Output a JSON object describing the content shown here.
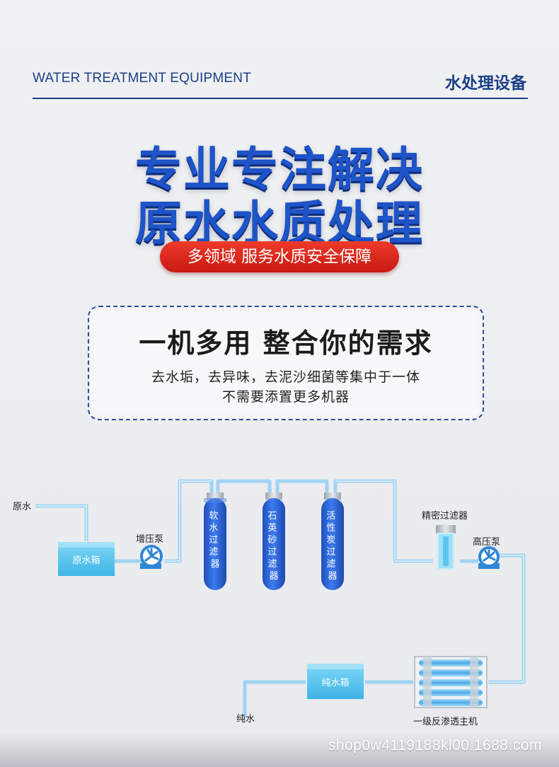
{
  "header": {
    "en_title": "WATER TREATMENT EQUIPMENT",
    "cn_title": "水处理设备"
  },
  "headline": {
    "line1": "专业专注解决",
    "line2": "原水水质处理"
  },
  "tagline": "多领域 服务水质安全保障",
  "feature_box": {
    "title": "一机多用 整合你的需求",
    "line1": "去水垢，去异味，去泥沙细菌等集中于一体",
    "line2": "不需要添置更多机器"
  },
  "diagram": {
    "raw_water": "原水",
    "raw_tank": "原水箱",
    "booster_pump": "增压泵",
    "filters": [
      {
        "chars": [
          "软",
          "水",
          "过",
          "滤",
          "器"
        ]
      },
      {
        "chars": [
          "石",
          "英",
          "砂",
          "过",
          "滤",
          "器"
        ]
      },
      {
        "chars": [
          "活",
          "性",
          "炭",
          "过",
          "滤",
          "器"
        ]
      }
    ],
    "precision_filter": "精密过滤器",
    "high_pressure_pump": "高压泵",
    "ro_unit": "一级反渗透主机",
    "pure_tank": "纯水箱",
    "pure_water": "纯水",
    "colors": {
      "pipe": "#9fd3f3",
      "tank": "#5cc6ee",
      "column": "#2f66d6",
      "pump": "#2f86d6"
    }
  },
  "watermark": "shop0w4119188kl00.1688.com"
}
